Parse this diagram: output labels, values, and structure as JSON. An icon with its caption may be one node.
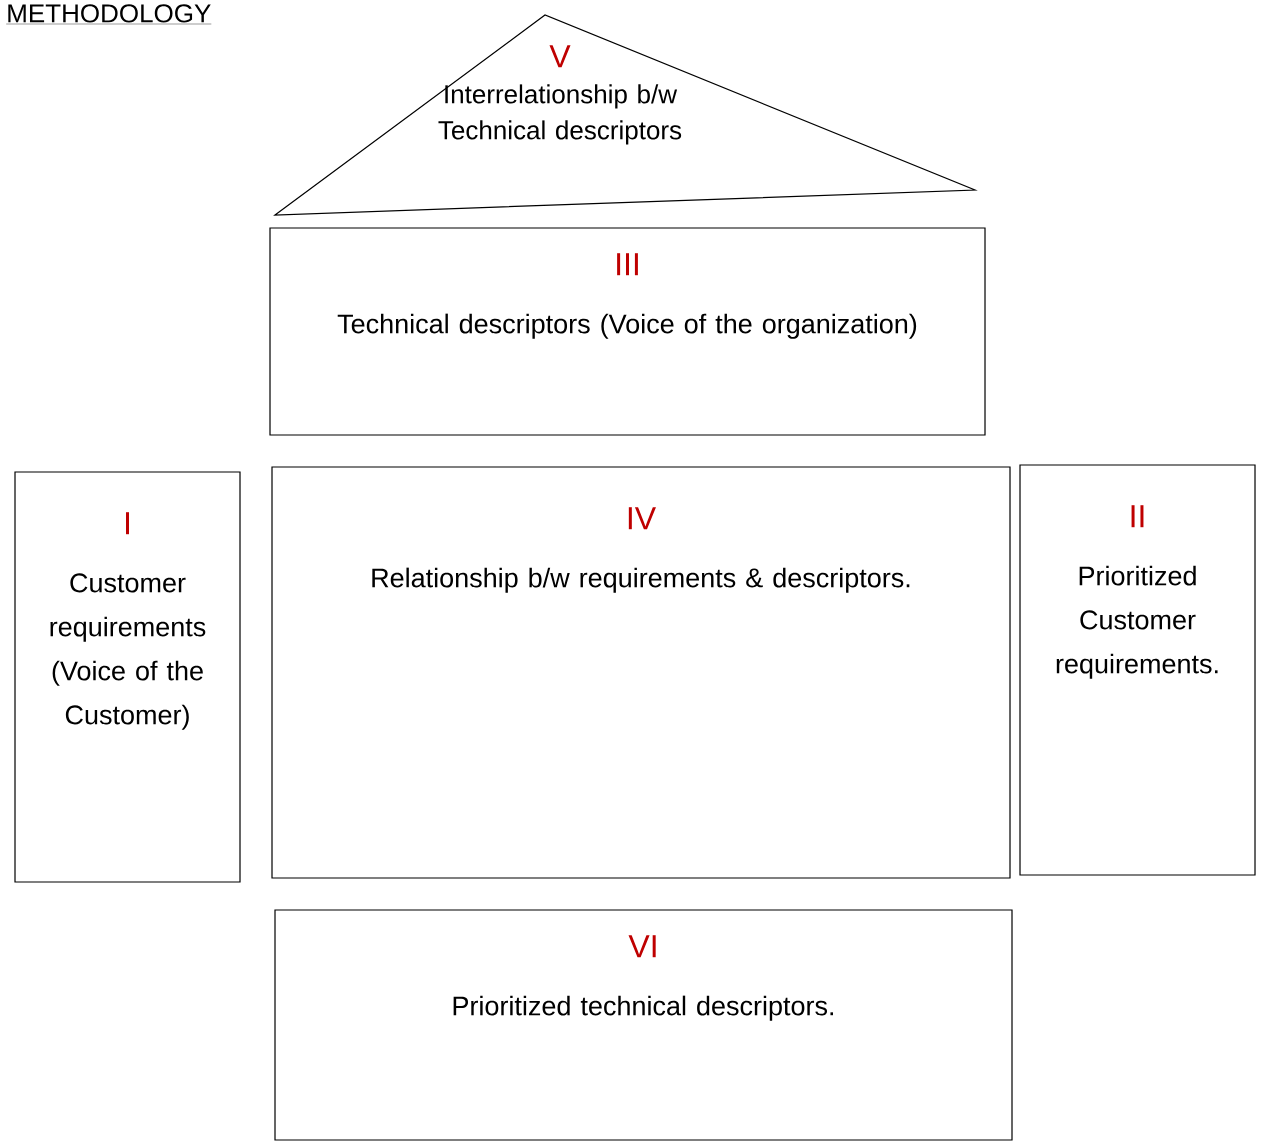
{
  "diagram": {
    "title": "METHODOLOGY",
    "nodes": [
      {
        "text": [
          "V",
          "Interrelationship b/w Technical descriptors"
        ]
      },
      {
        "text": [
          "III",
          "Technical descriptors (Voice of the organization)"
        ]
      },
      {
        "text": [
          "I",
          "Customer requirements (Voice of the Customer)"
        ]
      },
      {
        "text": [
          "IV",
          "Relationship b/w requirements & descriptors."
        ]
      },
      {
        "text": [
          "II",
          "Prioritized Customer requirements."
        ]
      },
      {
        "text": [
          "VI",
          "Prioritized technical descriptors."
        ]
      }
    ]
  }
}
